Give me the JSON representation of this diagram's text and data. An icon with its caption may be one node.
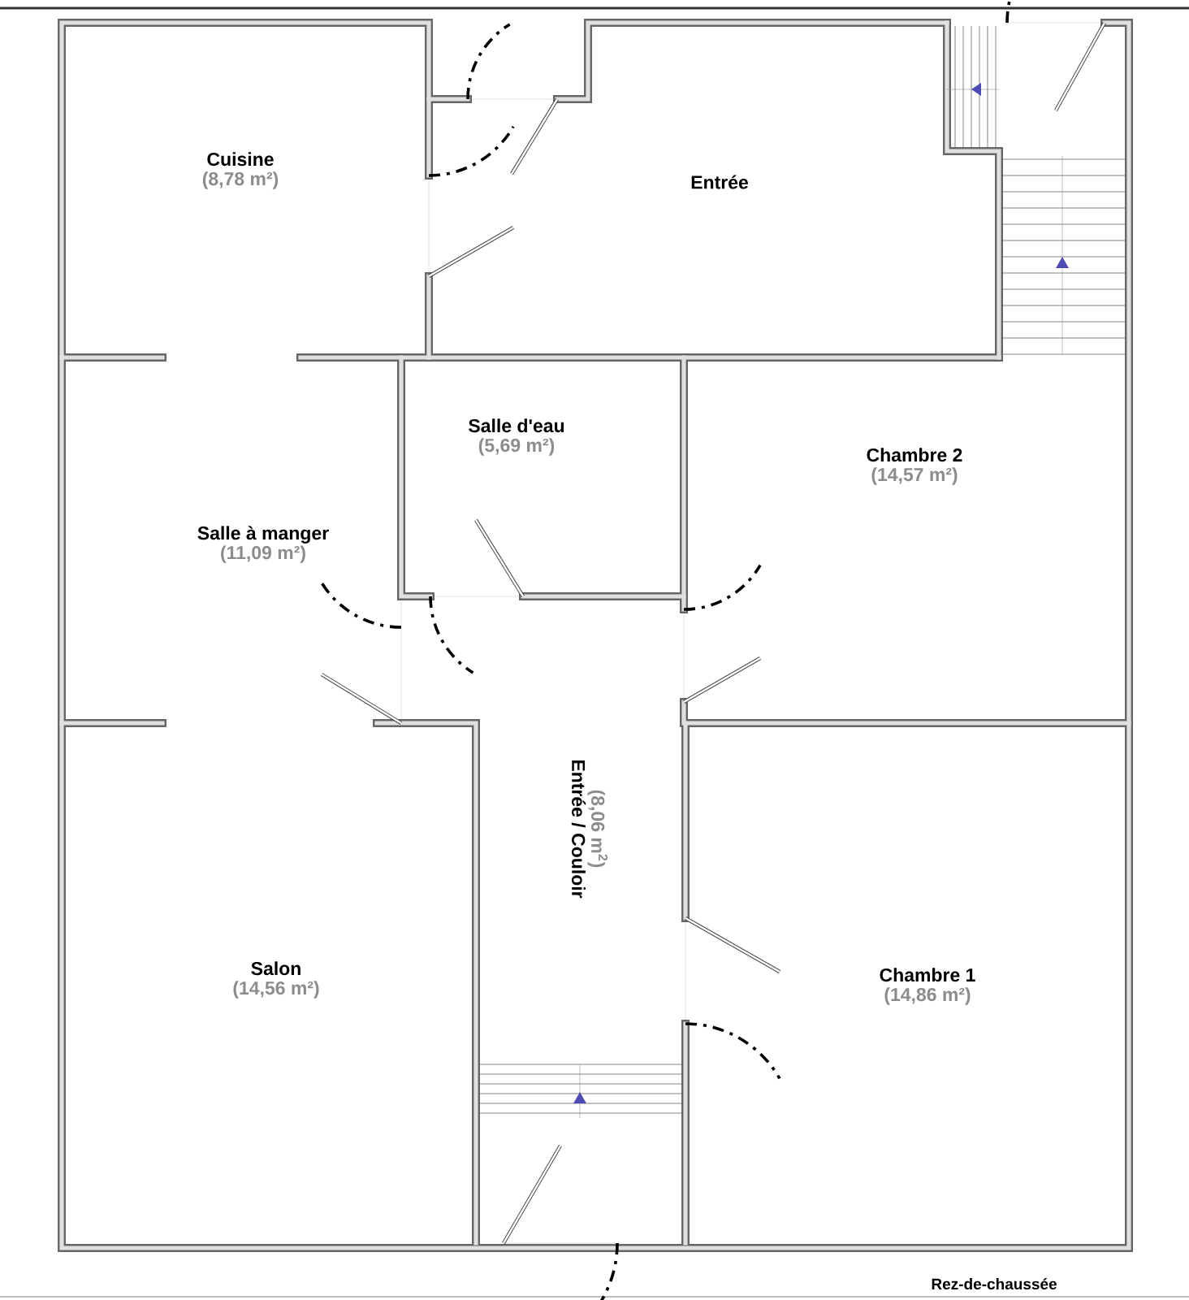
{
  "diagram": {
    "nodes": [
      {
        "text": [
          "Cuisine",
          "(8,78 m²)"
        ]
      },
      {
        "text": [
          "Entrée"
        ]
      },
      {
        "text": [
          "Salle d'eau",
          "(5,69 m²)"
        ]
      },
      {
        "text": [
          "Chambre 2",
          "(14,57 m²)"
        ]
      },
      {
        "text": [
          "Salle à manger",
          "(11,09 m²)"
        ]
      },
      {
        "text": [
          "Entrée / Couloir",
          "(8,06 m$^{2}$)"
        ]
      },
      {
        "text": [
          "Salon",
          "(14,56 m²)"
        ]
      },
      {
        "text": [
          "Chambre 1",
          "(14,86 m²)"
        ]
      }
    ],
    "labels": [
      "Rez-de-chaussée"
    ]
  }
}
